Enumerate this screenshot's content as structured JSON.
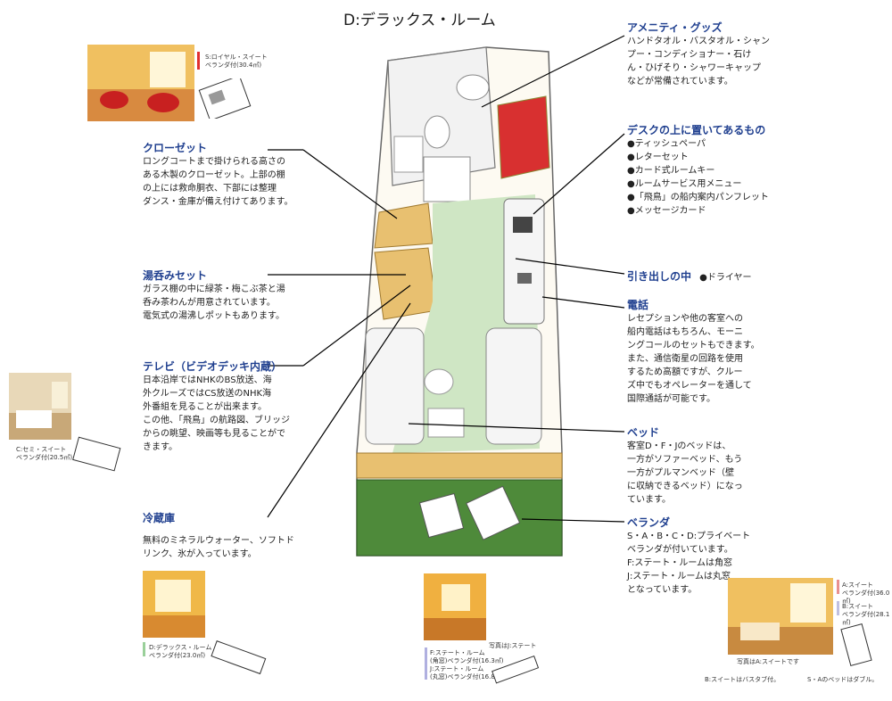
{
  "title": "D:デラックス・ルーム",
  "callouts": {
    "amenity": {
      "head": "アメニティ・グッズ",
      "lines": [
        "ハンドタオル・バスタオル・シャン",
        "プー・コンディショナー・石け",
        "ん・ひげそり・シャワーキャップ",
        "などが常備されています。"
      ]
    },
    "desk": {
      "head": "デスクの上に置いてあるもの",
      "lines": [
        "●ティッシュペーパ",
        "●レターセット",
        "●カード式ルームキー",
        "●ルームサービス用メニュー",
        "●「飛鳥」の船内案内パンフレット",
        "●メッセージカード"
      ]
    },
    "drawer": {
      "head": "引き出しの中",
      "extra": "●ドライヤー"
    },
    "phone": {
      "head": "電話",
      "lines": [
        "レセプションや他の客室への",
        "船内電話はもちろん、モーニ",
        "ングコールのセットもできます。",
        "また、通信衛星の回路を使用",
        "するため高額ですが、クルー",
        "ズ中でもオペレーターを通して",
        "国際通話が可能です。"
      ]
    },
    "bed": {
      "head": "ベッド",
      "lines": [
        "客室D・F・Jのベッドは、",
        "一方がソファーベッド、もう",
        "一方がプルマンベッド（壁",
        "に収納できるベッド）になっ",
        "ています。"
      ]
    },
    "veranda": {
      "head": "ベランダ",
      "lines": [
        "S・A・B・C・D:プライベート",
        "ベランダが付いています。",
        "F:ステート・ルームは角窓",
        "J:ステート・ルームは丸窓",
        "となっています。"
      ]
    },
    "closet": {
      "head": "クローゼット",
      "lines": [
        "ロングコートまで掛けられる高さの",
        "ある木製のクローゼット。上部の棚",
        "の上には救命胴衣、下部には整理",
        "ダンス・金庫が備え付けてあります。"
      ]
    },
    "tea": {
      "head": "湯呑みセット",
      "lines": [
        "ガラス棚の中に緑茶・梅こぶ茶と湯",
        "呑み茶わんが用意されています。",
        "電気式の湯沸しポットもあります。"
      ]
    },
    "tv": {
      "head": "テレビ（ビデオデッキ内蔵）",
      "lines": [
        "日本沿岸ではNHKのBS放送、海",
        "外クルーズではCS放送のNHK海",
        "外番組を見ることが出来ます。",
        "この他、「飛鳥」の航路図、ブリッジ",
        "からの眺望、映画等も見ることがで",
        "きます。"
      ]
    },
    "fridge": {
      "head": "冷蔵庫",
      "lines": [
        "無料のミネラルウォーター、ソフトド",
        "リンク、氷が入っています。"
      ]
    }
  },
  "thumbs": {
    "royal": {
      "name": "S:ロイヤル・スイート",
      "sub": "ベランダ付(30.4㎡)",
      "bar": "#e03030"
    },
    "c_suite": {
      "name": "C:セミ・スイート",
      "sub": "ベランダ付(20.5㎡)"
    },
    "deluxe": {
      "name": "D:デラックス・ルーム",
      "sub": "ベランダ付(23.0㎡)",
      "bar": "#9ad09a"
    },
    "state": {
      "f_name": "F:ステート・ルーム",
      "f_sub": "(角窓)ベランダ付(16.3㎡)",
      "j_name": "J:ステート・ルーム",
      "j_sub": "(丸窓)ベランダ付(16.8㎡)",
      "note": "写真はJ:ステート",
      "bar": "#b0b0e0"
    },
    "a_b": {
      "a_name": "A:スイート",
      "a_sub": "ベランダ付(36.0㎡)",
      "b_name": "B:スイート",
      "b_sub": "ベランダ付(28.1㎡)",
      "note": "写真はA:スイートです",
      "bar_a": "#e89090",
      "bar_b": "#c0c0e0"
    }
  },
  "footnote_left": "B:スイートはバスタブ付。",
  "footnote_right": "S・Aのベッドはダブル。",
  "colors": {
    "heading": "#1f3f8f",
    "veranda_green": "#4e8a3a",
    "floor_green": "#cfe6c4",
    "wood": "#e8c070",
    "accent_red": "#d83030"
  }
}
